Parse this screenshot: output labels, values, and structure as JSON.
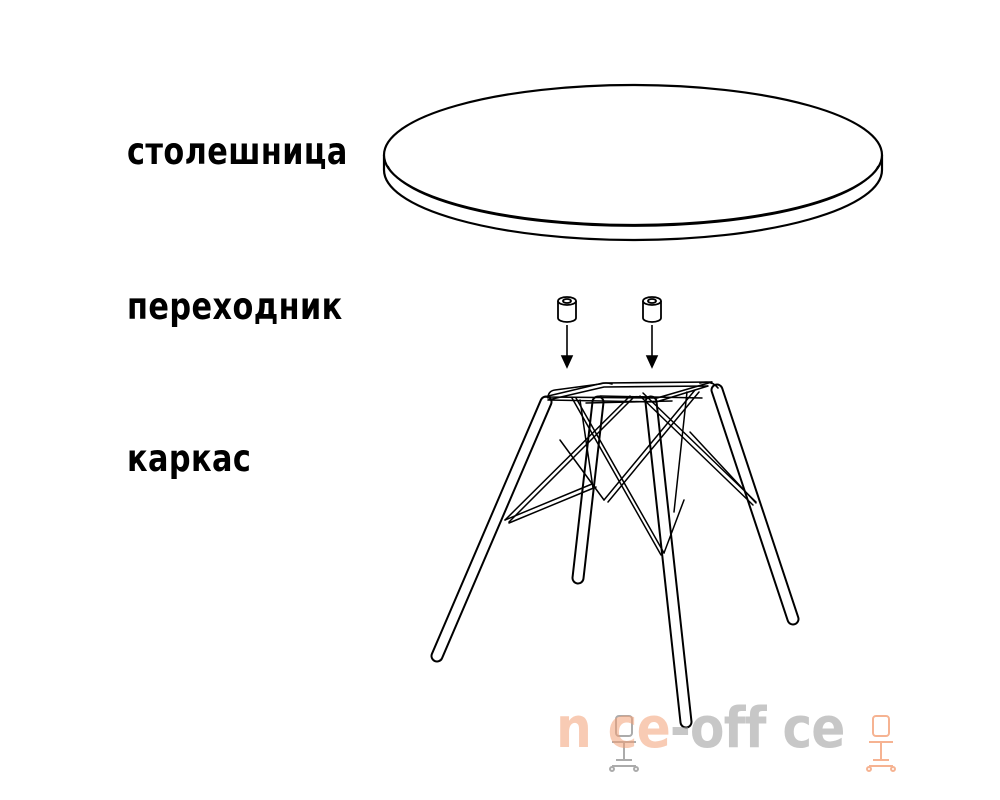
{
  "labels": {
    "tabletop": "столешница",
    "adapter": "переходник",
    "frame": "каркас"
  },
  "watermark": {
    "part1": "n ce",
    "part2": "-off ce",
    "colors": {
      "orange": "#f4a178",
      "gray": "#9a9a9a"
    }
  }
}
